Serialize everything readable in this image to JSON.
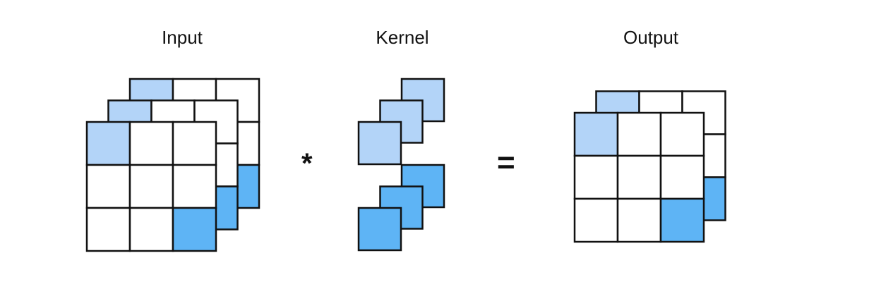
{
  "labels": {
    "input": "Input",
    "kernel": "Kernel",
    "output": "Output"
  },
  "operators": {
    "conv": "*",
    "equals": "="
  },
  "colors": {
    "light": "#b3d4f8",
    "dark": "#5eb4f5",
    "stroke": "#111111"
  },
  "input": {
    "channels": 3,
    "rows": 3,
    "cols": 3,
    "highlight_light": [
      0,
      0
    ],
    "highlight_dark": [
      2,
      2
    ]
  },
  "kernel": {
    "channels": 3,
    "size": 1,
    "light_row": 0,
    "dark_row": 1
  },
  "output": {
    "channels": 2,
    "rows": 3,
    "cols": 3,
    "highlight_light": [
      0,
      0
    ],
    "highlight_dark": [
      2,
      2
    ]
  }
}
